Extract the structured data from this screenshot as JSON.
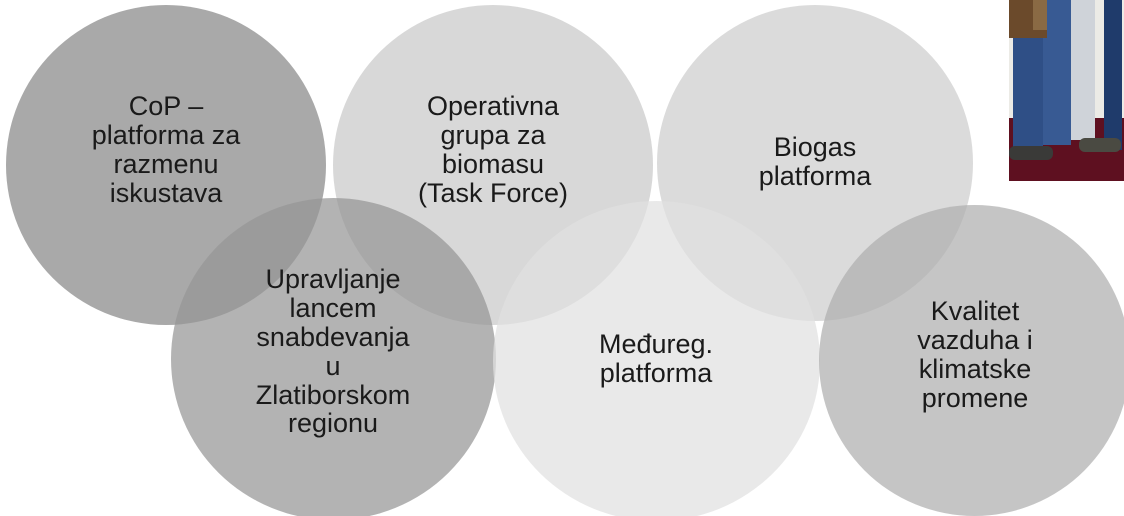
{
  "diagram": {
    "bubbles": [
      {
        "id": "cop",
        "text": "CoP –\nplatforma za\nrazmenu\niskustava"
      },
      {
        "id": "opgrupa",
        "text": "Operativna\ngrupa za\nbiomasu\n(Task Force)"
      },
      {
        "id": "biogas",
        "text": "Biogas\nplatforma"
      },
      {
        "id": "upravljanje",
        "text": "Upravljanje\nlancem\nsnabdevanja\nu\nZlatiborskom\nregionu"
      },
      {
        "id": "medjureg",
        "text": "Međureg.\nplatforma"
      },
      {
        "id": "kvalitet",
        "text": "Kvalitet\nvazduha i\nklimatske\npromene"
      }
    ]
  },
  "photo": {
    "subject": "people-standing-photo"
  }
}
